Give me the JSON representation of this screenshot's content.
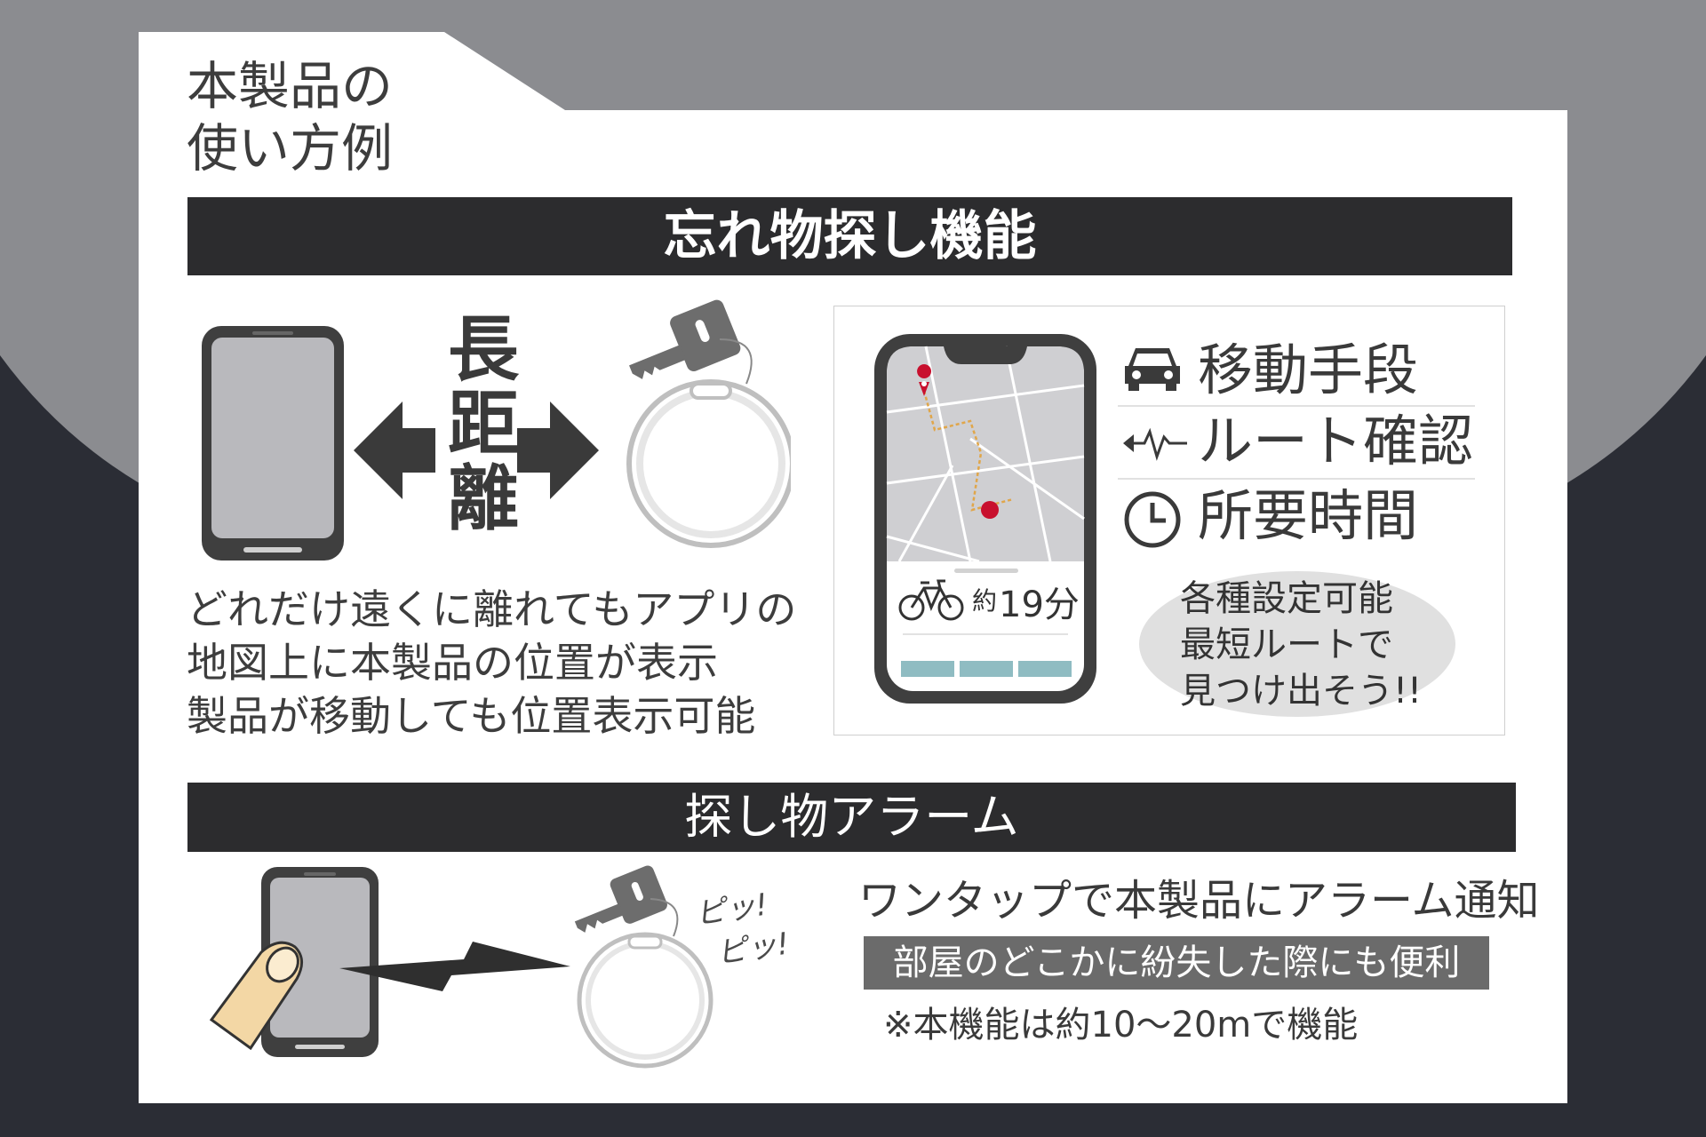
{
  "title_lines": [
    "本製品の",
    "使い方例"
  ],
  "section1": {
    "title": "忘れ物探し機能",
    "long_distance_chars": [
      "長",
      "距",
      "離"
    ],
    "description": [
      "どれだけ遠くに離れてもアプリの",
      "地図上に本製品の位置が表示",
      "製品が移動しても位置表示可能"
    ]
  },
  "phone_screen": {
    "approx": "約",
    "minutes": "19分"
  },
  "features": [
    {
      "icon": "car-icon",
      "label": "移動手段"
    },
    {
      "icon": "route-icon",
      "label": "ルート確認"
    },
    {
      "icon": "clock-icon",
      "label": "所要時間"
    }
  ],
  "bubble": [
    "各種設定可能",
    "最短ルートで",
    "見つけ出そう!!"
  ],
  "section2": {
    "title": "探し物アラーム",
    "beep1": "ピッ!",
    "beep2": "ピッ!",
    "main": "ワンタップで本製品にアラーム通知",
    "pill": "部屋のどこかに紛失した際にも便利",
    "note": "※本機能は約10～20mで機能"
  },
  "colors": {
    "background_dark": "#2b2d35",
    "background_gray": "#8b8c90",
    "card": "#ffffff",
    "bar": "#2c2c2e",
    "map_pin": "#c8102e",
    "route": "#e0a64a",
    "progress": "#8fbcc2"
  }
}
